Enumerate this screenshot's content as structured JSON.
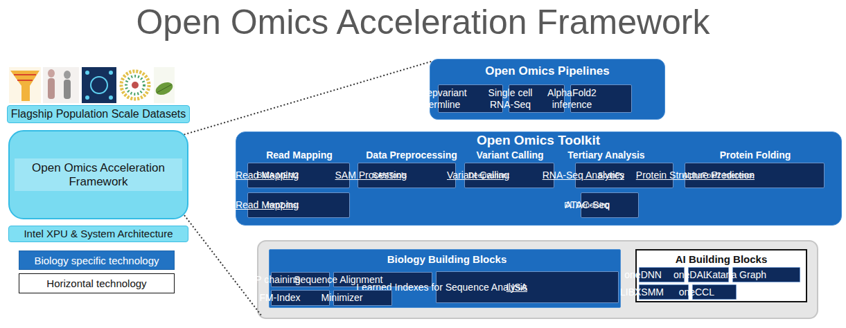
{
  "diagram": {
    "title": "Open Omics Acceleration Framework",
    "nodes": [
      {
        "text": [
          "Flagship Population Scale Datasets"
        ]
      },
      {
        "text": [
          "Open Omics Acceleration Framework"
        ]
      },
      {
        "text": [
          "Intel XPU & System Architecture"
        ]
      },
      {
        "text": [
          "Open Omics Pipelines"
        ]
      },
      {
        "text": [
          "Deepvariant Germline"
        ],
        "in": 3
      },
      {
        "text": [
          "Single cell RNA-Seq"
        ],
        "in": 3
      },
      {
        "text": [
          "AlphaFold2 inference"
        ],
        "in": 3
      },
      {
        "text": [
          "Open Omics Toolkit",
          "Read Mapping",
          "Data Preprocessing",
          "Variant Calling",
          "Tertiary Analysis",
          "Protein Folding"
        ]
      },
      {
        "text": [
          "Short Read Mapping",
          "BWA-MEM2"
        ],
        "in": 7
      },
      {
        "text": [
          "Long Read Mapping",
          "mm2-fast"
        ],
        "in": 7
      },
      {
        "text": [
          "SAM Processing",
          "SAMTools"
        ],
        "in": 7
      },
      {
        "text": [
          "Variant Calling",
          "Deepvariant"
        ],
        "in": 7
      },
      {
        "text": [
          "RNA-Seq Analytics",
          "ScanPy"
        ],
        "in": 7
      },
      {
        "text": [
          "ATAC-Seq",
          "DL Denoising"
        ],
        "in": 7
      },
      {
        "text": [
          "Protein Structure Prediction",
          "AlphaFold2 inference"
        ],
        "in": 7
      },
      {
        "text": [
          "Biology Building Blocks"
        ]
      },
      {
        "text": [
          "DP chaining"
        ],
        "in": 15
      },
      {
        "text": [
          "Sequence Alignment"
        ],
        "in": 15
      },
      {
        "text": [
          "LISA",
          "Learned Indexes for Sequence Analysis"
        ],
        "in": 15
      },
      {
        "text": [
          "FM-Index"
        ],
        "in": 15
      },
      {
        "text": [
          "Minimizer"
        ],
        "in": 15
      },
      {
        "text": [
          "AI Building Blocks"
        ]
      },
      {
        "text": [
          "oneDNN"
        ],
        "in": 21
      },
      {
        "text": [
          "oneDAL"
        ],
        "in": 21
      },
      {
        "text": [
          "Katana Graph"
        ],
        "in": 21
      },
      {
        "text": [
          "LIBXSMM"
        ],
        "in": 21
      },
      {
        "text": [
          "oneCCL"
        ],
        "in": 21
      }
    ],
    "edges": [
      {
        "from": 1,
        "to": 3,
        "arrow": "none"
      }
    ],
    "legend": [
      {
        "text": "Biology specific technology",
        "color": "#2273c3"
      },
      {
        "text": "Horizontal technology",
        "color": "#ffffff"
      }
    ]
  }
}
